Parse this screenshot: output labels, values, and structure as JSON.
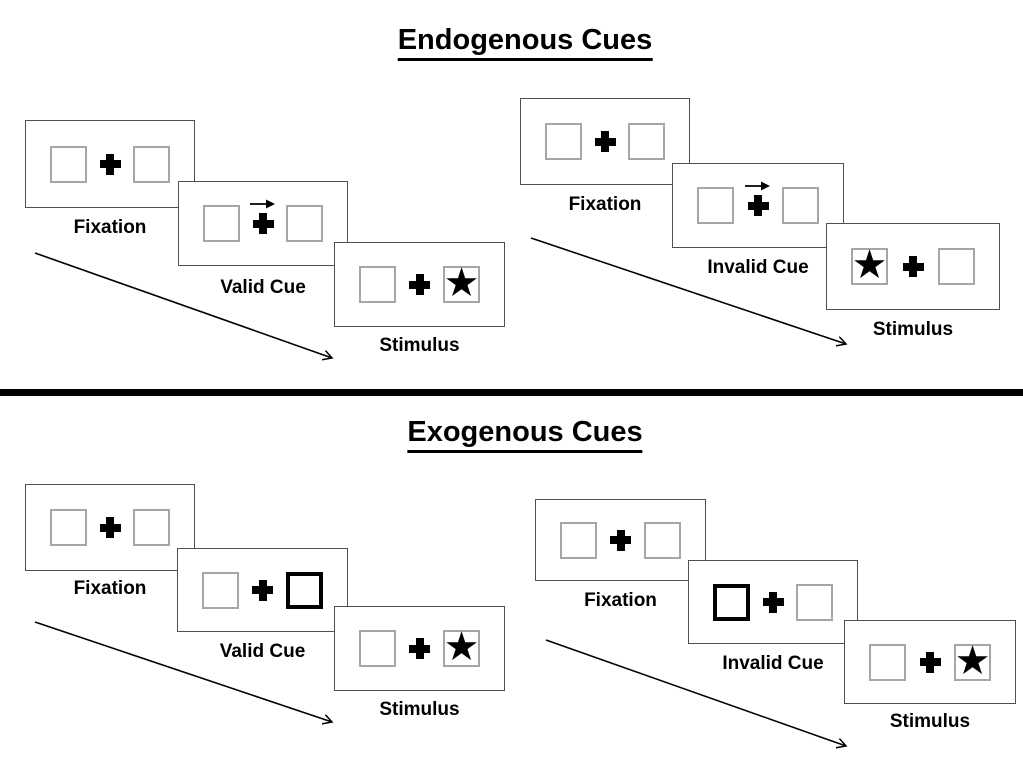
{
  "diagram": "Posner attention cueing task",
  "glyphs": {
    "star": "★"
  },
  "colors": {
    "background": "#ffffff",
    "ink": "#000000",
    "panel_border": "#4f4f4f",
    "placeholder_border": "#a6a6a6",
    "cue_highlight_border": "#000000"
  },
  "sections": [
    {
      "title": "Endogenous Cues",
      "trials": [
        {
          "type": "valid",
          "panels": [
            {
              "label": "Fixation",
              "content": "fixation-cross-between-two-boxes"
            },
            {
              "label": "Valid Cue",
              "content": "central-arrow-cue",
              "cue_direction": "right"
            },
            {
              "label": "Stimulus",
              "content": "star-stimulus",
              "star_side": "right"
            }
          ]
        },
        {
          "type": "invalid",
          "panels": [
            {
              "label": "Fixation",
              "content": "fixation-cross-between-two-boxes"
            },
            {
              "label": "Invalid Cue",
              "content": "central-arrow-cue",
              "cue_direction": "right"
            },
            {
              "label": "Stimulus",
              "content": "star-stimulus",
              "star_side": "left"
            }
          ]
        }
      ]
    },
    {
      "title": "Exogenous Cues",
      "trials": [
        {
          "type": "valid",
          "panels": [
            {
              "label": "Fixation",
              "content": "fixation-cross-between-two-boxes"
            },
            {
              "label": "Valid Cue",
              "content": "peripheral-box-cue",
              "highlighted_box": "right"
            },
            {
              "label": "Stimulus",
              "content": "star-stimulus",
              "star_side": "right"
            }
          ]
        },
        {
          "type": "invalid",
          "panels": [
            {
              "label": "Fixation",
              "content": "fixation-cross-between-two-boxes"
            },
            {
              "label": "Invalid Cue",
              "content": "peripheral-box-cue",
              "highlighted_box": "left"
            },
            {
              "label": "Stimulus",
              "content": "star-stimulus",
              "star_side": "right"
            }
          ]
        }
      ]
    }
  ]
}
